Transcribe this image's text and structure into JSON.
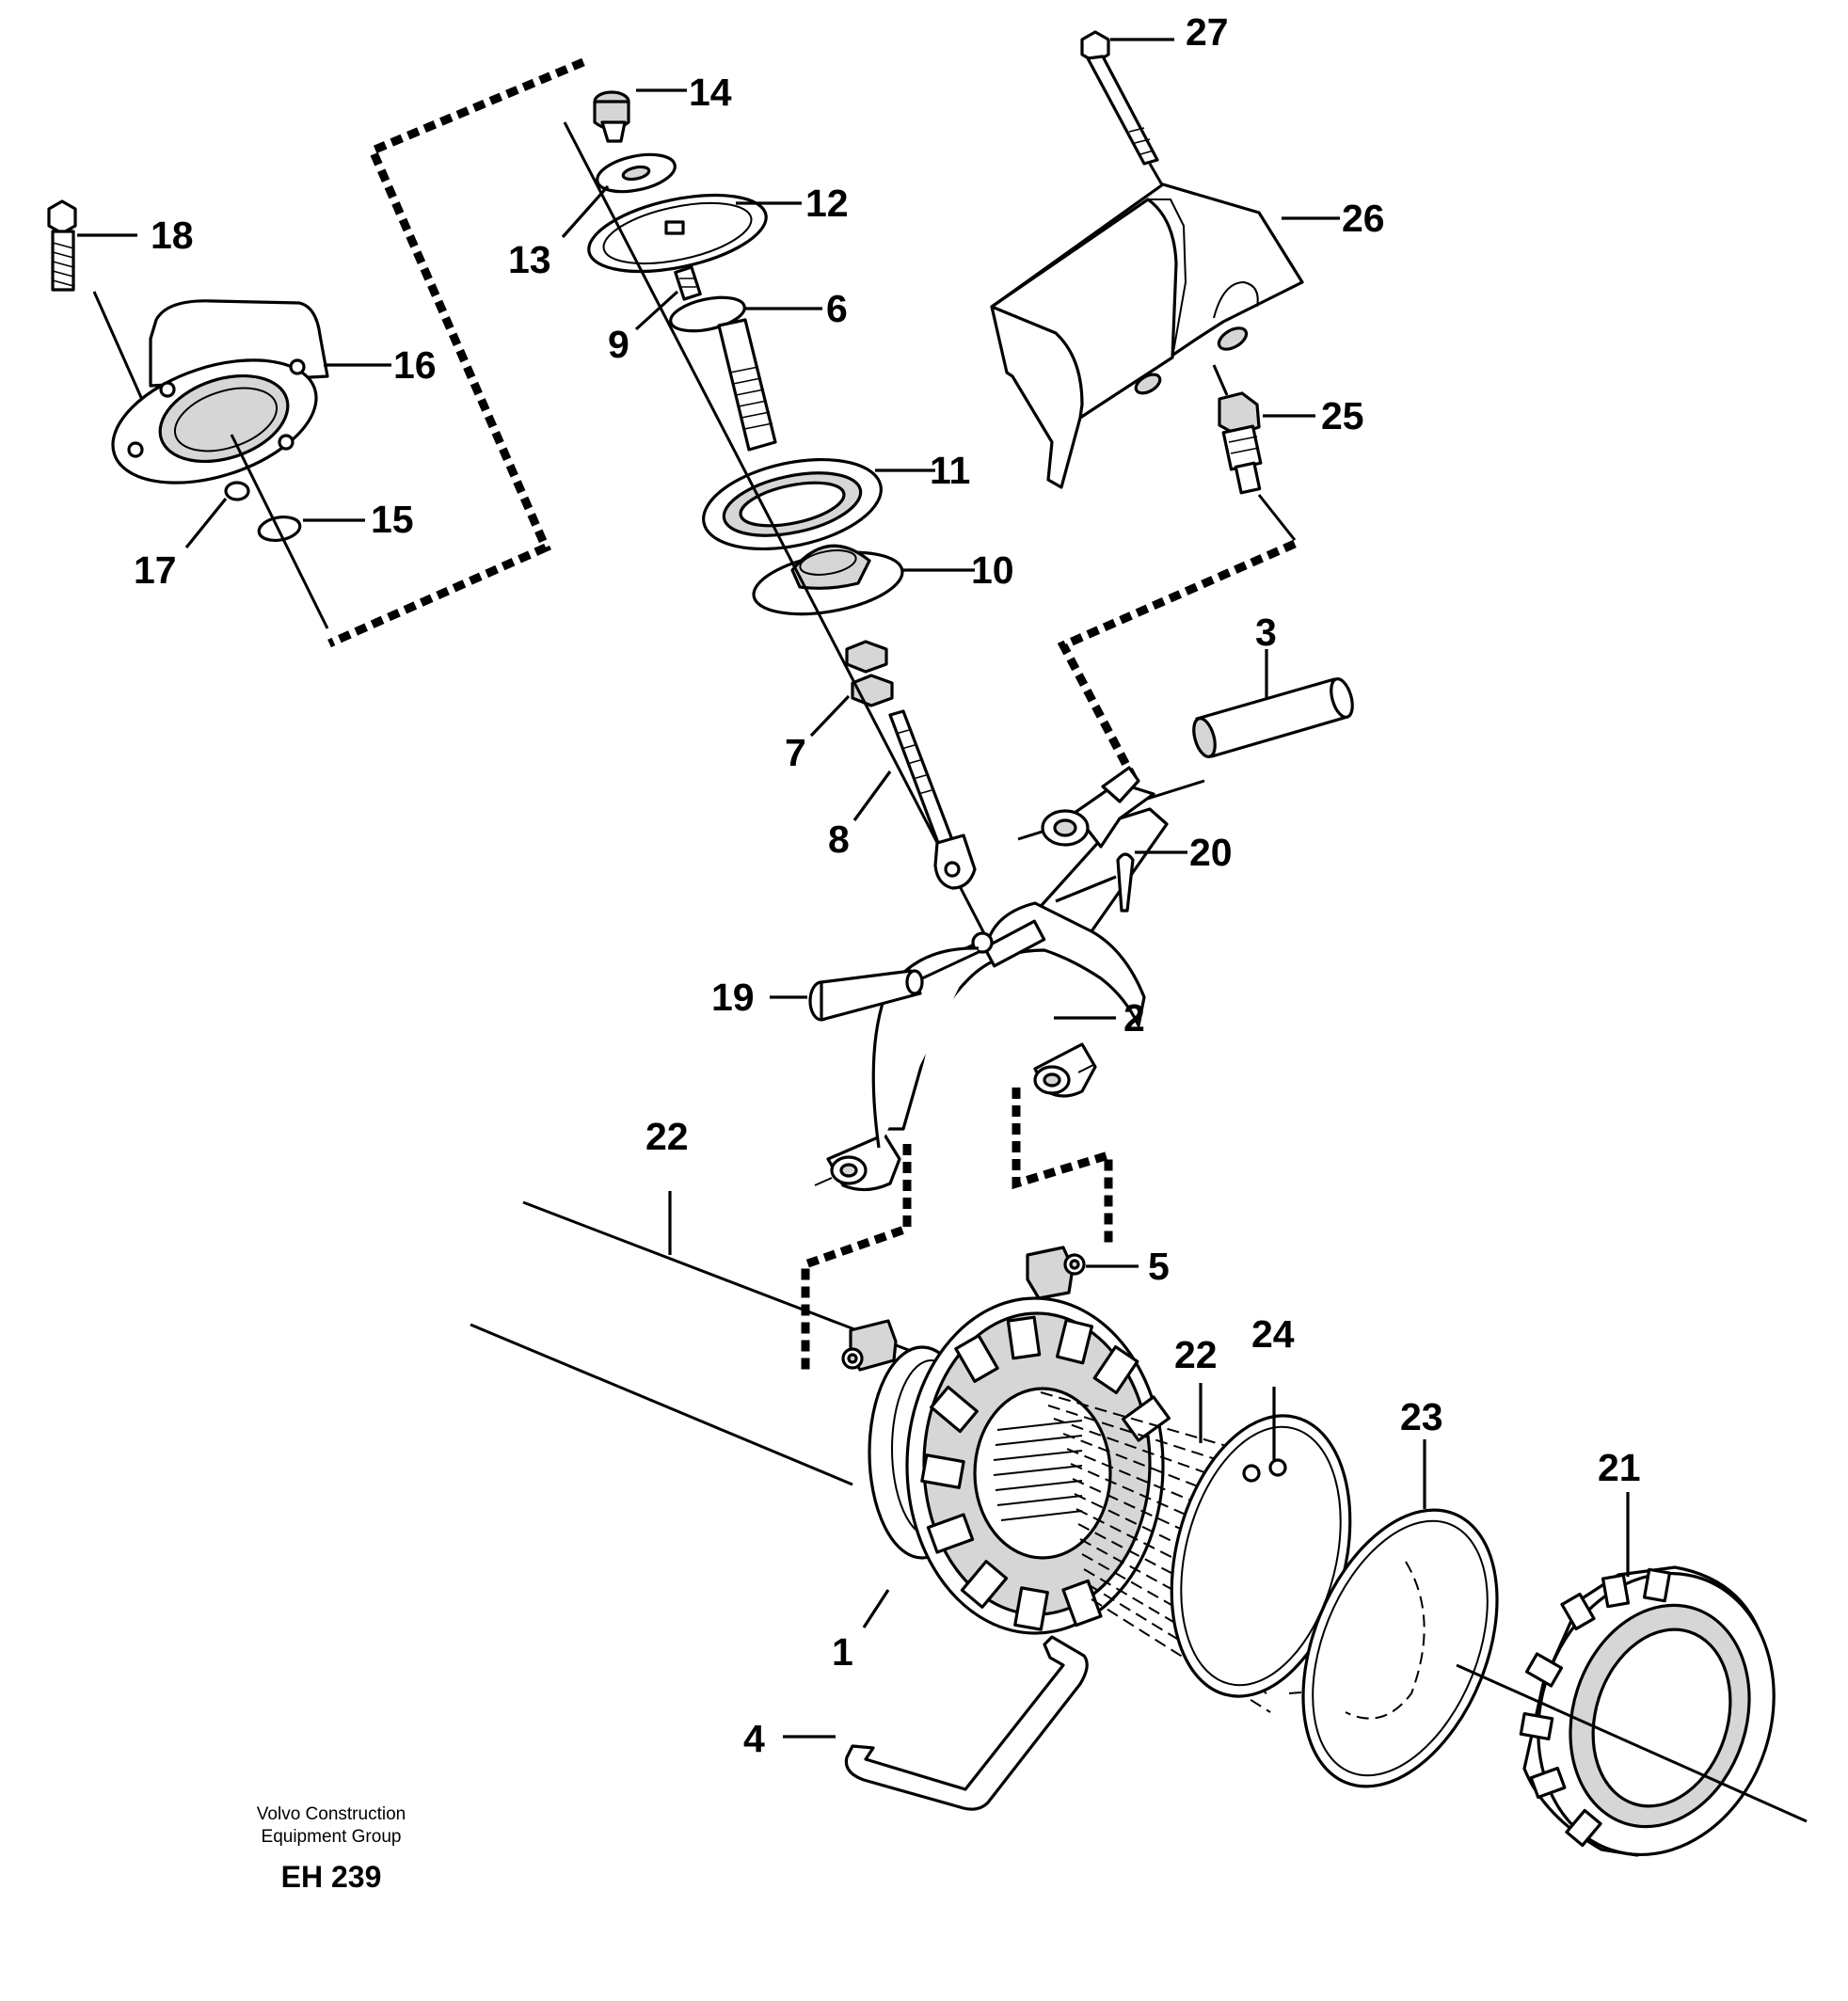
{
  "callouts": {
    "c1": "1",
    "c2": "2",
    "c3": "3",
    "c4": "4",
    "c5": "5",
    "c6": "6",
    "c7": "7",
    "c8": "8",
    "c9": "9",
    "c10": "10",
    "c11": "11",
    "c12": "12",
    "c13": "13",
    "c14": "14",
    "c15": "15",
    "c16": "16",
    "c17": "17",
    "c18": "18",
    "c19": "19",
    "c20": "20",
    "c21": "21",
    "c22a": "22",
    "c22b": "22",
    "c23": "23",
    "c24": "24",
    "c25": "25",
    "c26": "26",
    "c27": "27"
  },
  "footer": {
    "company_line1": "Volvo Construction",
    "company_line2": "Equipment Group",
    "drawing_code": "EH 239"
  }
}
